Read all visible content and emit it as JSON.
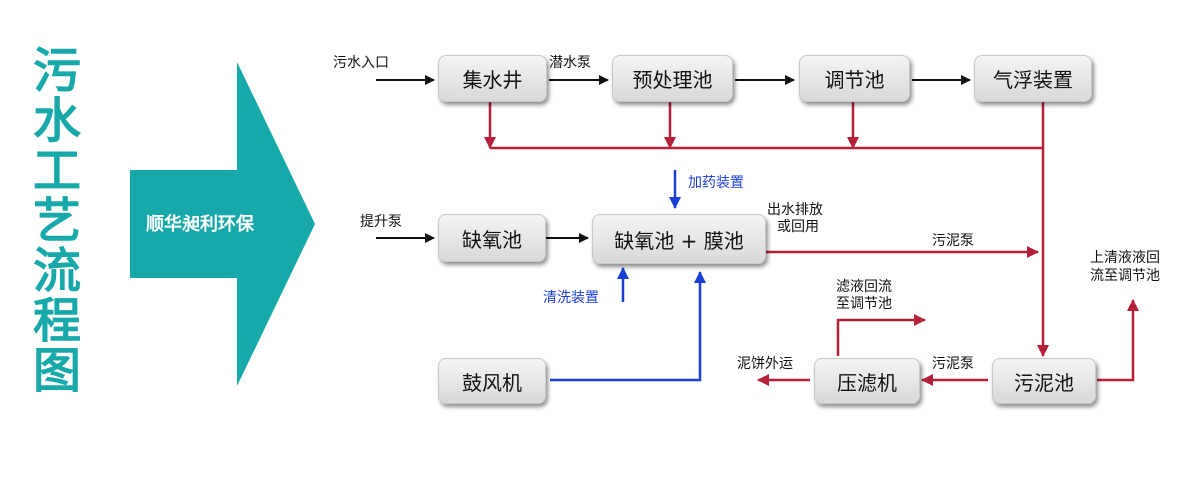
{
  "title": "污水工艺流程图",
  "company": "顺华昶利环保",
  "boxes": {
    "collection_well": "集水井",
    "pretreatment_tank": "预处理池",
    "adjustment_tank": "调节池",
    "air_flotation": "气浮装置",
    "anoxic_tank": "缺氧池",
    "anoxic_membrane": "缺氧池 + 膜池",
    "blower": "鼓风机",
    "filter_press": "压滤机",
    "sludge_tank": "污泥池"
  },
  "labels": {
    "sewage_inlet": "污水入口",
    "submersible_pump": "潜水泵",
    "dosing_device": "加药装置",
    "lift_pump": "提升泵",
    "effluent_1": "出水排放",
    "effluent_2": "或回用",
    "sludge_pump_1": "污泥泵",
    "cleaning_device": "清洗装置",
    "filtrate_1": "滤液回流",
    "filtrate_2": "至调节池",
    "supernatant_1": "上清液液回",
    "supernatant_2": "流至调节池",
    "cake_out": "泥饼外运",
    "sludge_pump_2": "污泥泵"
  },
  "colors": {
    "teal": "#17a9a9",
    "red": "#b5203a",
    "blue": "#1a3ed6",
    "black": "#111111"
  }
}
